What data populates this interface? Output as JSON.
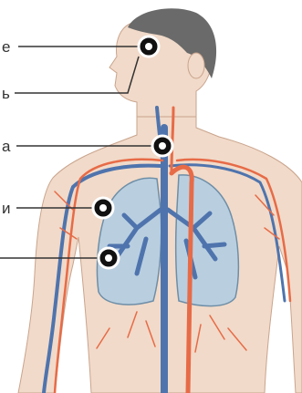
{
  "diagram": {
    "labels": [
      {
        "id": "head",
        "text": "е"
      },
      {
        "id": "neck",
        "text": "ь"
      },
      {
        "id": "throat",
        "text": "а"
      },
      {
        "id": "upper-chest",
        "text": "и"
      },
      {
        "id": "lower-chest",
        "text": ""
      }
    ]
  },
  "colors": {
    "skin": "#f1dac9",
    "skin_outline": "#c9a48d",
    "hair": "#6a6a6a",
    "lung_fill": "#b9cfe0",
    "lung_outline": "#6e8ea7",
    "vein": "#4f74ad",
    "artery": "#e76b47",
    "marker": "#111111",
    "leader_line": "#333333"
  }
}
